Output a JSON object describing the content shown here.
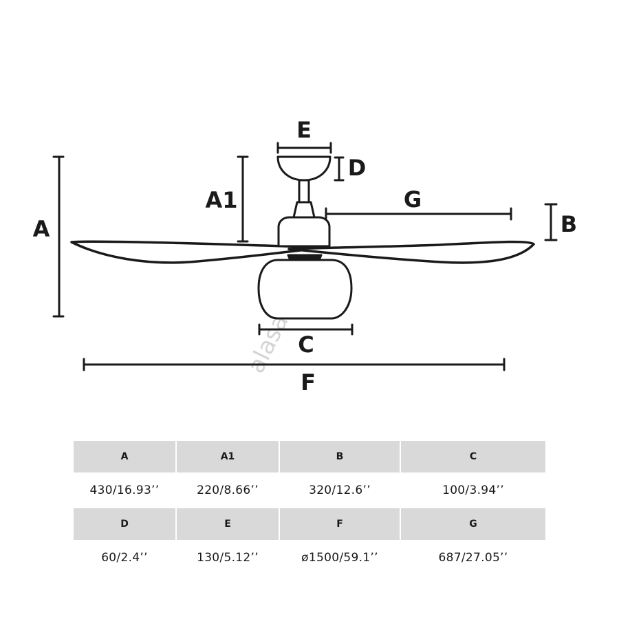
{
  "diagram": {
    "labels": {
      "A": "A",
      "A1": "A1",
      "B": "B",
      "C": "C",
      "D": "D",
      "E": "E",
      "F": "F",
      "G": "G"
    },
    "watermark": "alasans.rs",
    "line_color": "#1a1a1a"
  },
  "table": {
    "header_bg": "#d9d9d9",
    "rows": [
      {
        "headers": [
          "A",
          "A1",
          "B",
          "C"
        ],
        "values": [
          "430/16.93’’",
          "220/8.66’’",
          "320/12.6’’",
          "100/3.94’’"
        ]
      },
      {
        "headers": [
          "D",
          "E",
          "F",
          "G"
        ],
        "values": [
          "60/2.4’’",
          "130/5.12’’",
          "ø1500/59.1’’",
          "687/27.05’’"
        ]
      }
    ]
  }
}
